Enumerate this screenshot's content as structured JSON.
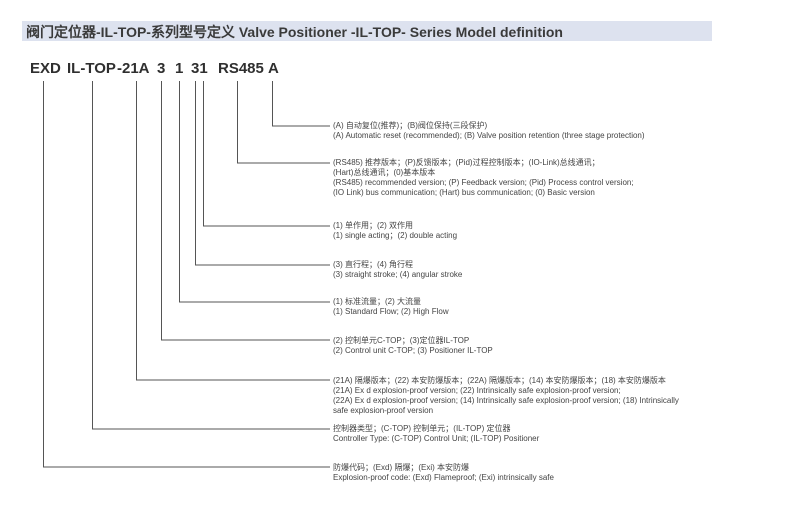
{
  "title": "阀门定位器-IL-TOP-系列型号定义 Valve Positioner -IL-TOP- Series Model definition",
  "model_code": [
    "EXD",
    "IL-TOP",
    "-21A",
    "3",
    "1",
    "31",
    "RS485",
    "A"
  ],
  "descriptions": [
    {
      "lines": [
        "(A) 自动复位(推荐)；(B)阀位保持(三段保护)",
        "(A) Automatic reset (recommended); (B) Valve position retention (three stage protection)"
      ]
    },
    {
      "lines": [
        "(RS485) 推荐版本；(P)反馈版本；(Pid)过程控制版本；(IO-Link)总线通讯；",
        "(Hart)总线通讯；(0)基本版本",
        "(RS485) recommended version; (P) Feedback version; (Pid) Process control version;",
        "(IO Link) bus communication; (Hart) bus communication; (0) Basic version"
      ]
    },
    {
      "lines": [
        "(1) 单作用；(2) 双作用",
        "(1) single acting；(2) double acting"
      ]
    },
    {
      "lines": [
        "(3) 直行程；(4) 角行程",
        "(3) straight stroke; (4) angular stroke"
      ]
    },
    {
      "lines": [
        "(1) 标准流量；(2) 大流量",
        "(1) Standard Flow; (2) High Flow"
      ]
    },
    {
      "lines": [
        "(2) 控制单元C-TOP；(3)定位器IL-TOP",
        "(2) Control unit C-TOP; (3) Positioner IL-TOP"
      ]
    },
    {
      "lines": [
        "(21A) 隔爆版本；(22) 本安防爆版本；(22A) 隔爆版本；(14) 本安防爆版本；(18) 本安防爆版本",
        "(21A) Ex d explosion-proof version; (22) Intrinsically safe explosion-proof version;",
        "(22A) Ex d explosion-proof version; (14) Intrinsically safe explosion-proof version; (18) Intrinsically",
        "safe explosion-proof version"
      ]
    },
    {
      "lines": [
        "控制器类型；(C-TOP) 控制单元；(IL-TOP) 定位器",
        "Controller Type: (C-TOP) Control Unit; (IL-TOP) Positioner"
      ]
    },
    {
      "lines": [
        "防爆代码；(Exd) 隔爆；(Exi) 本安防爆",
        "Explosion-proof code: (Exd) Flameproof; (Exi) intrinsically safe"
      ]
    }
  ]
}
